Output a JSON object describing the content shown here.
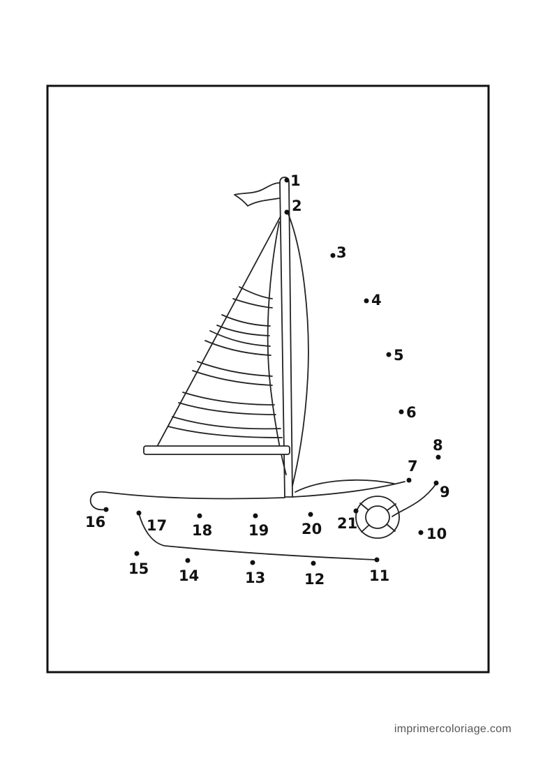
{
  "worksheet": {
    "dot_labels": [
      "1",
      "2",
      "3",
      "4",
      "5",
      "6",
      "7",
      "8",
      "9",
      "10",
      "11",
      "12",
      "13",
      "14",
      "15",
      "16",
      "17",
      "18",
      "19",
      "20",
      "21"
    ]
  },
  "footer": {
    "site": "imprimercoloriage.com"
  }
}
